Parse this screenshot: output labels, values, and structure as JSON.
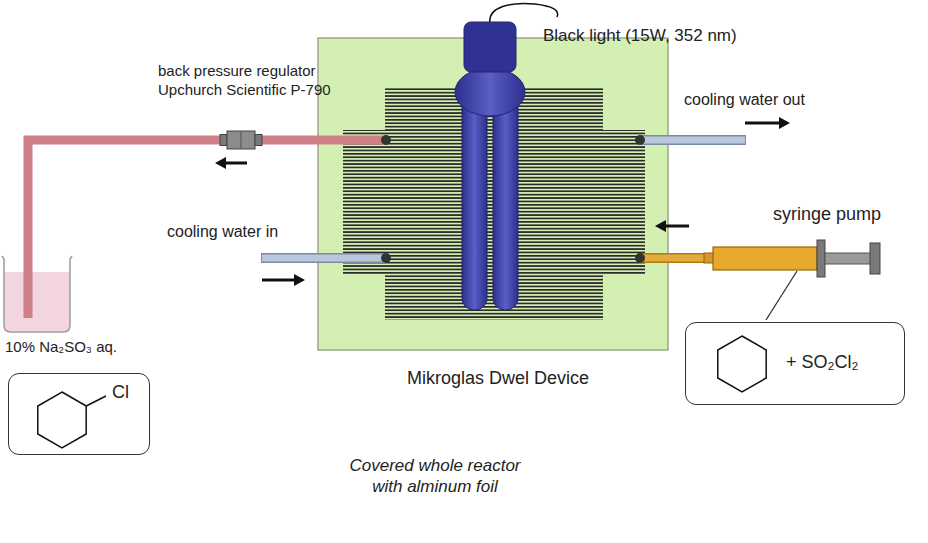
{
  "diagram": {
    "nodes": [
      {
        "text": [
          "Mikroglas Dwel Device"
        ]
      },
      {
        "text": [
          "Cl"
        ]
      },
      {
        "text": [
          "+ SO₂Cl₂"
        ]
      }
    ],
    "labels": [
      "back pressure regulator Upchurch Scientific P-790",
      "Black light (15W, 352 nm)",
      "cooling water out",
      "cooling water in",
      "syringe pump",
      "10% Na₂SO₃ aq.",
      "Covered whole reactor with alminum foil"
    ]
  }
}
